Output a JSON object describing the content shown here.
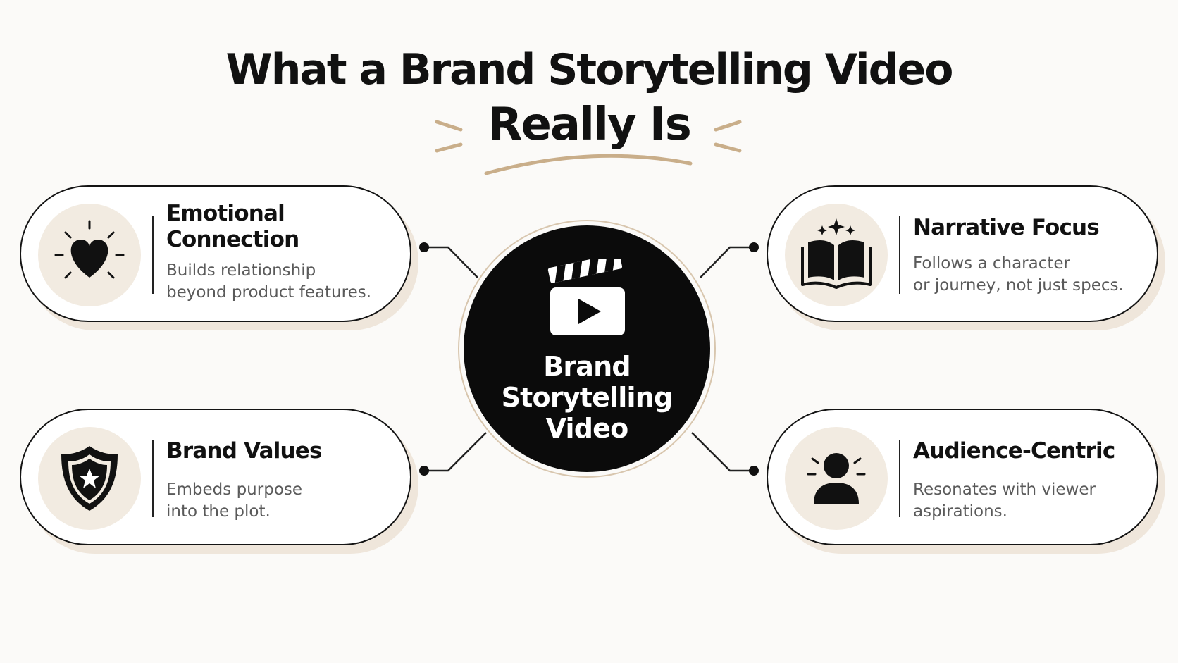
{
  "title": {
    "line1": "What a Brand Storytelling Video",
    "line2": "Really Is"
  },
  "hub": {
    "label_lines": [
      "Brand",
      "Storytelling",
      "Video"
    ],
    "icon": "clapperboard-play-icon"
  },
  "cards": [
    {
      "title_lines": [
        "Emotional",
        "Connection"
      ],
      "desc_lines": [
        "Builds relationship",
        "beyond product features."
      ],
      "icon": "heart-icon"
    },
    {
      "title_lines": [
        "Narrative Focus"
      ],
      "desc_lines": [
        "Follows a character",
        "or journey, not just specs."
      ],
      "icon": "open-book-icon"
    },
    {
      "title_lines": [
        "Brand Values"
      ],
      "desc_lines": [
        "Embeds purpose",
        "into the plot."
      ],
      "icon": "shield-star-icon"
    },
    {
      "title_lines": [
        "Audience-Centric"
      ],
      "desc_lines": [
        "Resonates with viewer",
        "aspirations."
      ],
      "icon": "person-icon"
    }
  ],
  "colors": {
    "background": "#fbfaf8",
    "accent": "#c9ae8a",
    "ink": "#111111",
    "icon_bg": "#f2ebe1"
  }
}
